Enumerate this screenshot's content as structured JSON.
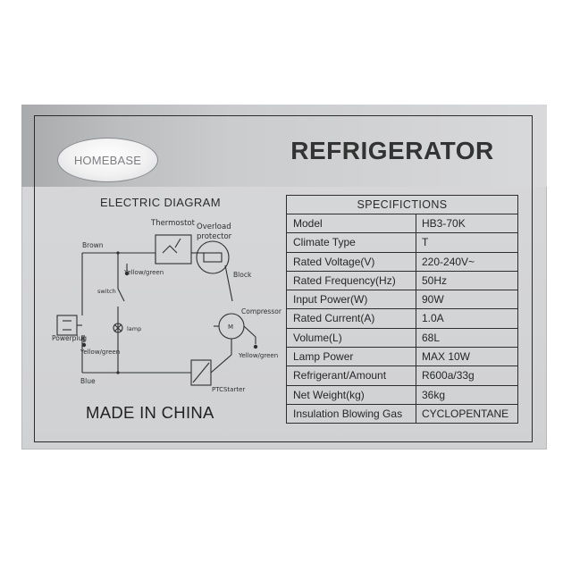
{
  "label": {
    "brand_logo": "HOMEBASE",
    "title": "REFRIGERATOR",
    "diagram": {
      "title": "ELECTRIC DIAGRAM",
      "labels": {
        "thermostat": "Thermostot",
        "overload_1": "Overload",
        "overload_2": "protector",
        "brown": "Brown",
        "yellow_green_1": "Yellow/green",
        "block": "Block",
        "switch": "switch",
        "lamp": "lamp",
        "compressor": "Compressor",
        "powerplug": "Powerplug",
        "yellow_green_2": "Yellow/green",
        "yellow_green_3": "Yellow/green",
        "blue": "Blue",
        "ptc_starter": "PTCStarter",
        "motor_symbol": "M"
      }
    },
    "made_in": "MADE IN CHINA",
    "specifications": {
      "header": "SPECIFICTIONS",
      "rows": [
        {
          "key": "Model",
          "value": "HB3-70K"
        },
        {
          "key": "Climate Type",
          "value": "T"
        },
        {
          "key": "Rated Voltage(V)",
          "value": "220-240V~"
        },
        {
          "key": "Rated Frequency(Hz)",
          "value": "50Hz"
        },
        {
          "key": "Input Power(W)",
          "value": "90W"
        },
        {
          "key": "Rated Current(A)",
          "value": "1.0A"
        },
        {
          "key": "Volume(L)",
          "value": "68L"
        },
        {
          "key": "Lamp Power",
          "value": "MAX 10W"
        },
        {
          "key": "Refrigerant/Amount",
          "value": "R600a/33g"
        },
        {
          "key": "Net Weight(kg)",
          "value": "36kg"
        },
        {
          "key": "Insulation Blowing Gas",
          "value": "CYCLOPENTANE"
        }
      ]
    }
  }
}
